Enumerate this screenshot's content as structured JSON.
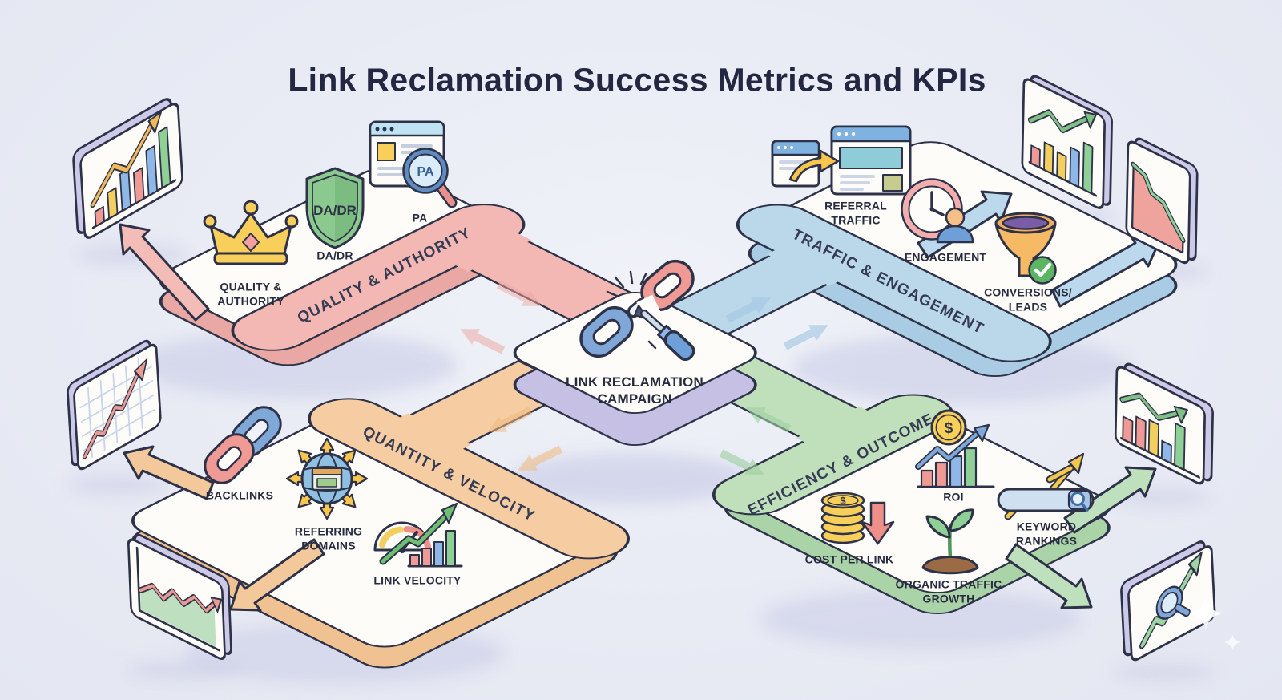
{
  "title": "Link Reclamation Success Metrics and KPIs",
  "center": {
    "label": "LINK RECLAMATION CAMPAIGN",
    "icon": "broken-chain-repair-icon",
    "color": "#c7c0e5"
  },
  "platforms": {
    "quality_authority": {
      "ribbon": "QUALITY & AUTHORITY",
      "color": "#f3b8b4",
      "metrics": [
        {
          "icon": "crown-icon",
          "label": "QUALITY & AUTHORITY"
        },
        {
          "icon": "shield-icon",
          "badge": "DA/DR",
          "label": "DA/DR"
        },
        {
          "icon": "page-authority-magnifier-icon",
          "badge": "PA",
          "label": "PA"
        }
      ]
    },
    "traffic_engagement": {
      "ribbon": "TRAFFIC & ENGAGEMENT",
      "color": "#bad8ea",
      "metrics": [
        {
          "icon": "referral-windows-icon",
          "label": "REFERRAL TRAFFIC"
        },
        {
          "icon": "clock-user-icon",
          "label": "ENGAGEMENT"
        },
        {
          "icon": "funnel-check-icon",
          "label": "CONVERSIONS/ LEADS"
        }
      ]
    },
    "quantity_velocity": {
      "ribbon": "QUANTITY & VELOCITY",
      "color": "#f6cda2",
      "metrics": [
        {
          "icon": "chain-links-icon",
          "label": "BACKLINKS"
        },
        {
          "icon": "globe-arrows-icon",
          "label": "REFERRING DOMAINS"
        },
        {
          "icon": "speedometer-chart-icon",
          "label": "LINK VELOCITY"
        }
      ]
    },
    "efficiency_outcome": {
      "ribbon": "EFFICIENCY & OUTCOME",
      "color": "#c0dfbb",
      "metrics": [
        {
          "icon": "coin-stack-down-arrow-icon",
          "label": "COST PER LINK"
        },
        {
          "icon": "roi-chart-icon",
          "label": "ROI"
        },
        {
          "icon": "sprout-icon",
          "label": "ORGANIC TRAFFIC GROWTH"
        },
        {
          "icon": "search-bar-trend-icon",
          "label": "KEYWORD RANKINGS"
        }
      ]
    }
  },
  "glyphs": {
    "dollar": "$"
  },
  "colors": {
    "background": "#e8ebf4",
    "ink": "#2e3248",
    "face": "#fdfcf8"
  }
}
